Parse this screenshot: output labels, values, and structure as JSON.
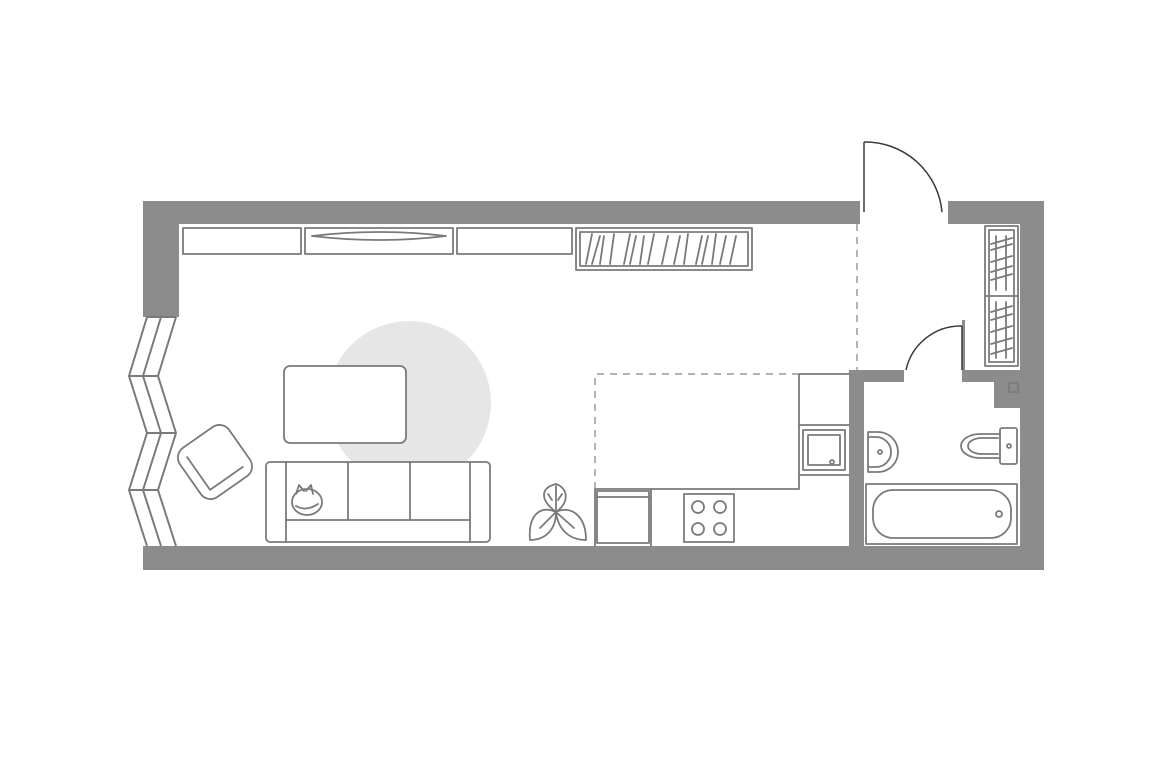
{
  "plan": {
    "colors": {
      "wall": "#8c8c8c",
      "wall_edge": "#6f6f6f",
      "line": "#7a7a7a",
      "rug": "#e6e6e6",
      "background": "#ffffff"
    },
    "rooms": [
      "studio-living-room",
      "kitchen-zone",
      "entrance-hall",
      "bathroom"
    ],
    "furniture": [
      "wall-cabinet",
      "wall-shelf",
      "bookshelf",
      "armchair",
      "sofa",
      "cat",
      "coffee-table",
      "round-rug",
      "plant",
      "dishwasher",
      "cooktop",
      "kitchen-sink",
      "wardrobe",
      "washbasin",
      "toilet",
      "bathtub"
    ],
    "doors": [
      "entrance-door",
      "bathroom-door"
    ],
    "windows": [
      "bay-window"
    ]
  }
}
